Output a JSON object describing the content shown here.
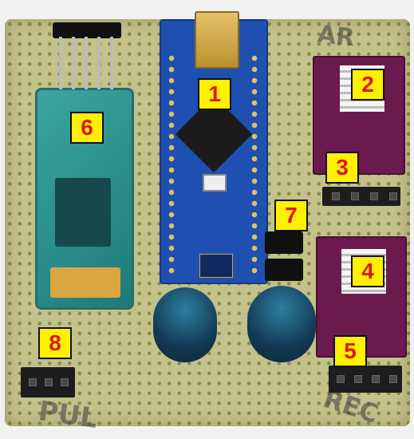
{
  "labels": {
    "nano": "1",
    "driver_a": "2",
    "header_a": "3",
    "driver_b": "4",
    "header_b": "5",
    "bluetooth": "6",
    "jumper": "7",
    "connector": "8"
  },
  "handwriting": {
    "top_right": "AR",
    "bottom_left": "PUL",
    "bottom_right": "REC"
  },
  "colors": {
    "tag_fill": "#fff000",
    "tag_text": "#e3141b",
    "board": "#c2c28a",
    "nano_blue": "#1f4fb0",
    "driver_purple": "#6b1a4e",
    "bt_teal": "#2b8f8a"
  }
}
